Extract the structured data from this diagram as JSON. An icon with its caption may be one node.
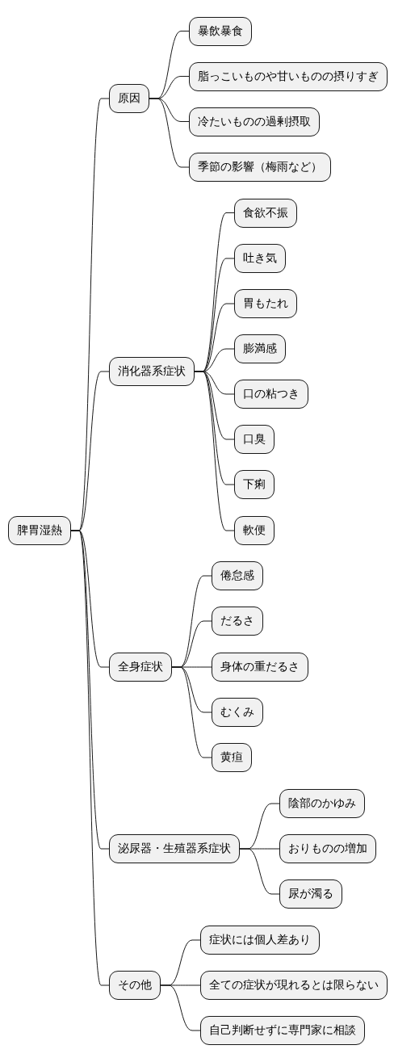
{
  "diagram": {
    "nodes": [
      {
        "text": [
          "脾胃湿熱"
        ]
      },
      {
        "text": [
          "原因"
        ]
      },
      {
        "text": [
          "暴飲暴食"
        ]
      },
      {
        "text": [
          "脂っこいものや甘いものの摂りすぎ"
        ]
      },
      {
        "text": [
          "冷たいものの過剰摂取"
        ]
      },
      {
        "text": [
          "季節の影響（梅雨など）"
        ]
      },
      {
        "text": [
          "消化器系症状"
        ]
      },
      {
        "text": [
          "食欲不振"
        ]
      },
      {
        "text": [
          "吐き気"
        ]
      },
      {
        "text": [
          "胃もたれ"
        ]
      },
      {
        "text": [
          "膨満感"
        ]
      },
      {
        "text": [
          "口の粘つき"
        ]
      },
      {
        "text": [
          "口臭"
        ]
      },
      {
        "text": [
          "下痢"
        ]
      },
      {
        "text": [
          "軟便"
        ]
      },
      {
        "text": [
          "全身症状"
        ]
      },
      {
        "text": [
          "倦怠感"
        ]
      },
      {
        "text": [
          "だるさ"
        ]
      },
      {
        "text": [
          "身体の重だるさ"
        ]
      },
      {
        "text": [
          "むくみ"
        ]
      },
      {
        "text": [
          "黄疸"
        ]
      },
      {
        "text": [
          "泌尿器・生殖器系症状"
        ]
      },
      {
        "text": [
          "陰部のかゆみ"
        ]
      },
      {
        "text": [
          "おりものの増加"
        ]
      },
      {
        "text": [
          "尿が濁る"
        ]
      },
      {
        "text": [
          "その他"
        ]
      },
      {
        "text": [
          "症状には個人差あり"
        ]
      },
      {
        "text": [
          "全ての症状が現れるとは限らない"
        ]
      },
      {
        "text": [
          "自己判断せずに専門家に相談"
        ]
      }
    ],
    "edges": [
      {
        "from": 0,
        "to": 1,
        "arrow": "none"
      },
      {
        "from": 1,
        "to": 2,
        "arrow": "none"
      },
      {
        "from": 1,
        "to": 3,
        "arrow": "none"
      },
      {
        "from": 1,
        "to": 4,
        "arrow": "none"
      },
      {
        "from": 1,
        "to": 5,
        "arrow": "none"
      },
      {
        "from": 0,
        "to": 6,
        "arrow": "none"
      },
      {
        "from": 6,
        "to": 7,
        "arrow": "none"
      },
      {
        "from": 6,
        "to": 8,
        "arrow": "none"
      },
      {
        "from": 6,
        "to": 9,
        "arrow": "none"
      },
      {
        "from": 6,
        "to": 10,
        "arrow": "none"
      },
      {
        "from": 6,
        "to": 11,
        "arrow": "none"
      },
      {
        "from": 6,
        "to": 12,
        "arrow": "none"
      },
      {
        "from": 6,
        "to": 13,
        "arrow": "none"
      },
      {
        "from": 6,
        "to": 14,
        "arrow": "none"
      },
      {
        "from": 0,
        "to": 15,
        "arrow": "none"
      },
      {
        "from": 15,
        "to": 16,
        "arrow": "none"
      },
      {
        "from": 15,
        "to": 17,
        "arrow": "none"
      },
      {
        "from": 15,
        "to": 18,
        "arrow": "none"
      },
      {
        "from": 15,
        "to": 19,
        "arrow": "none"
      },
      {
        "from": 15,
        "to": 20,
        "arrow": "none"
      },
      {
        "from": 0,
        "to": 21,
        "arrow": "none"
      },
      {
        "from": 21,
        "to": 22,
        "arrow": "none"
      },
      {
        "from": 21,
        "to": 23,
        "arrow": "none"
      },
      {
        "from": 21,
        "to": 24,
        "arrow": "none"
      },
      {
        "from": 0,
        "to": 25,
        "arrow": "none"
      },
      {
        "from": 25,
        "to": 26,
        "arrow": "none"
      },
      {
        "from": 25,
        "to": 27,
        "arrow": "none"
      },
      {
        "from": 25,
        "to": 28,
        "arrow": "none"
      }
    ]
  }
}
